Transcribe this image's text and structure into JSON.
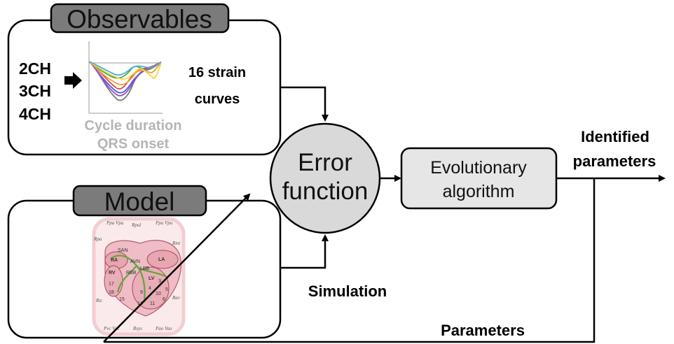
{
  "observables": {
    "title": "Observables",
    "views": [
      "2CH",
      "3CH",
      "4CH"
    ],
    "curves_label_line1": "16 strain",
    "curves_label_line2": "curves",
    "note_line1": "Cycle duration",
    "note_line2": "QRS onset",
    "curve_colors": [
      "#7a7a7a",
      "#e64545",
      "#3a5fd9",
      "#3fa64a",
      "#9a4fc8",
      "#e8a33a",
      "#f0d640",
      "#4fb0d8"
    ]
  },
  "model": {
    "title": "Model",
    "heart_labels": {
      "top_left": "Ppa Vpa",
      "top_mid": "Rpul",
      "top_right": "Ppu Vpu",
      "left_upper": "Rpa",
      "right_upper": "Rmt",
      "left_lower": "Rtc",
      "right_lower": "Rav",
      "bottom_left": "Pvc Vvc",
      "bottom_mid": "Rsys",
      "bottom_right": "Pao Vao",
      "ra": "RA",
      "la": "LA",
      "rv": "RV",
      "lv": "LV",
      "san": "SAN",
      "avn": "AVN",
      "lbb": "LBB",
      "rbb": "RBB",
      "segments": [
        "17",
        "18",
        "15",
        "3",
        "4",
        "9",
        "10",
        "5",
        "14",
        "11",
        "6"
      ]
    }
  },
  "error_function": {
    "line1": "Error",
    "line2": "function"
  },
  "algorithm": {
    "line1": "Evolutionary",
    "line2": "algorithm"
  },
  "labels": {
    "identified_line1": "Identified",
    "identified_line2": "parameters",
    "simulation": "Simulation",
    "parameters": "Parameters"
  },
  "colors": {
    "header_fill": "#7b7b7b",
    "algorithm_fill": "#e6e6e6",
    "circle_fill": "#d9d9d9",
    "heart_pink": "#f1b9c0",
    "conduction_green": "#5fa63a"
  }
}
